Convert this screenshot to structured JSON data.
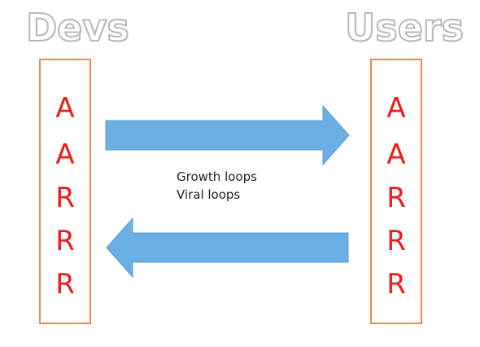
{
  "left_column": {
    "title": "Devs",
    "letters": [
      "A",
      "A",
      "R",
      "R",
      "R"
    ]
  },
  "right_column": {
    "title": "Users",
    "letters": [
      "A",
      "A",
      "R",
      "R",
      "R"
    ]
  },
  "caption": {
    "lines": [
      "Growth loops",
      "Viral loops"
    ]
  },
  "colors": {
    "arrow_fill": "#6aaee3",
    "box_border": "#ee8a54",
    "letter": "#ee1c1c",
    "heading_outline": "#b8b8b8"
  }
}
